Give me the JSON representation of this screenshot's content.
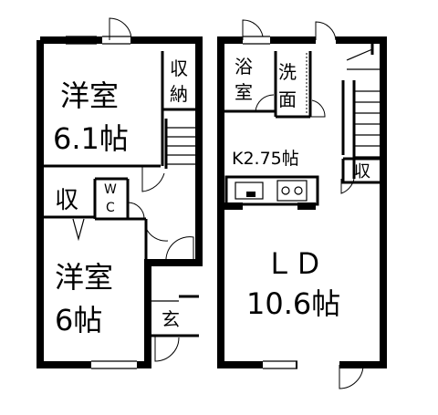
{
  "rooms": {
    "western_room_upper": {
      "name": "洋室",
      "size": "6.1帖"
    },
    "closet_upper": "収納",
    "closet_mid_left": "収",
    "toilet_line1": "W",
    "toilet_line2": "C",
    "western_room_lower": {
      "name": "洋室",
      "size": "6帖"
    },
    "entrance": "玄",
    "bathroom_line1": "浴",
    "bathroom_line2": "室",
    "washroom_line1": "洗",
    "washroom_line2": "面",
    "kitchen": "K2.75帖",
    "closet_right": "収",
    "ld_name": "ＬＤ",
    "ld_size": "10.6帖"
  }
}
